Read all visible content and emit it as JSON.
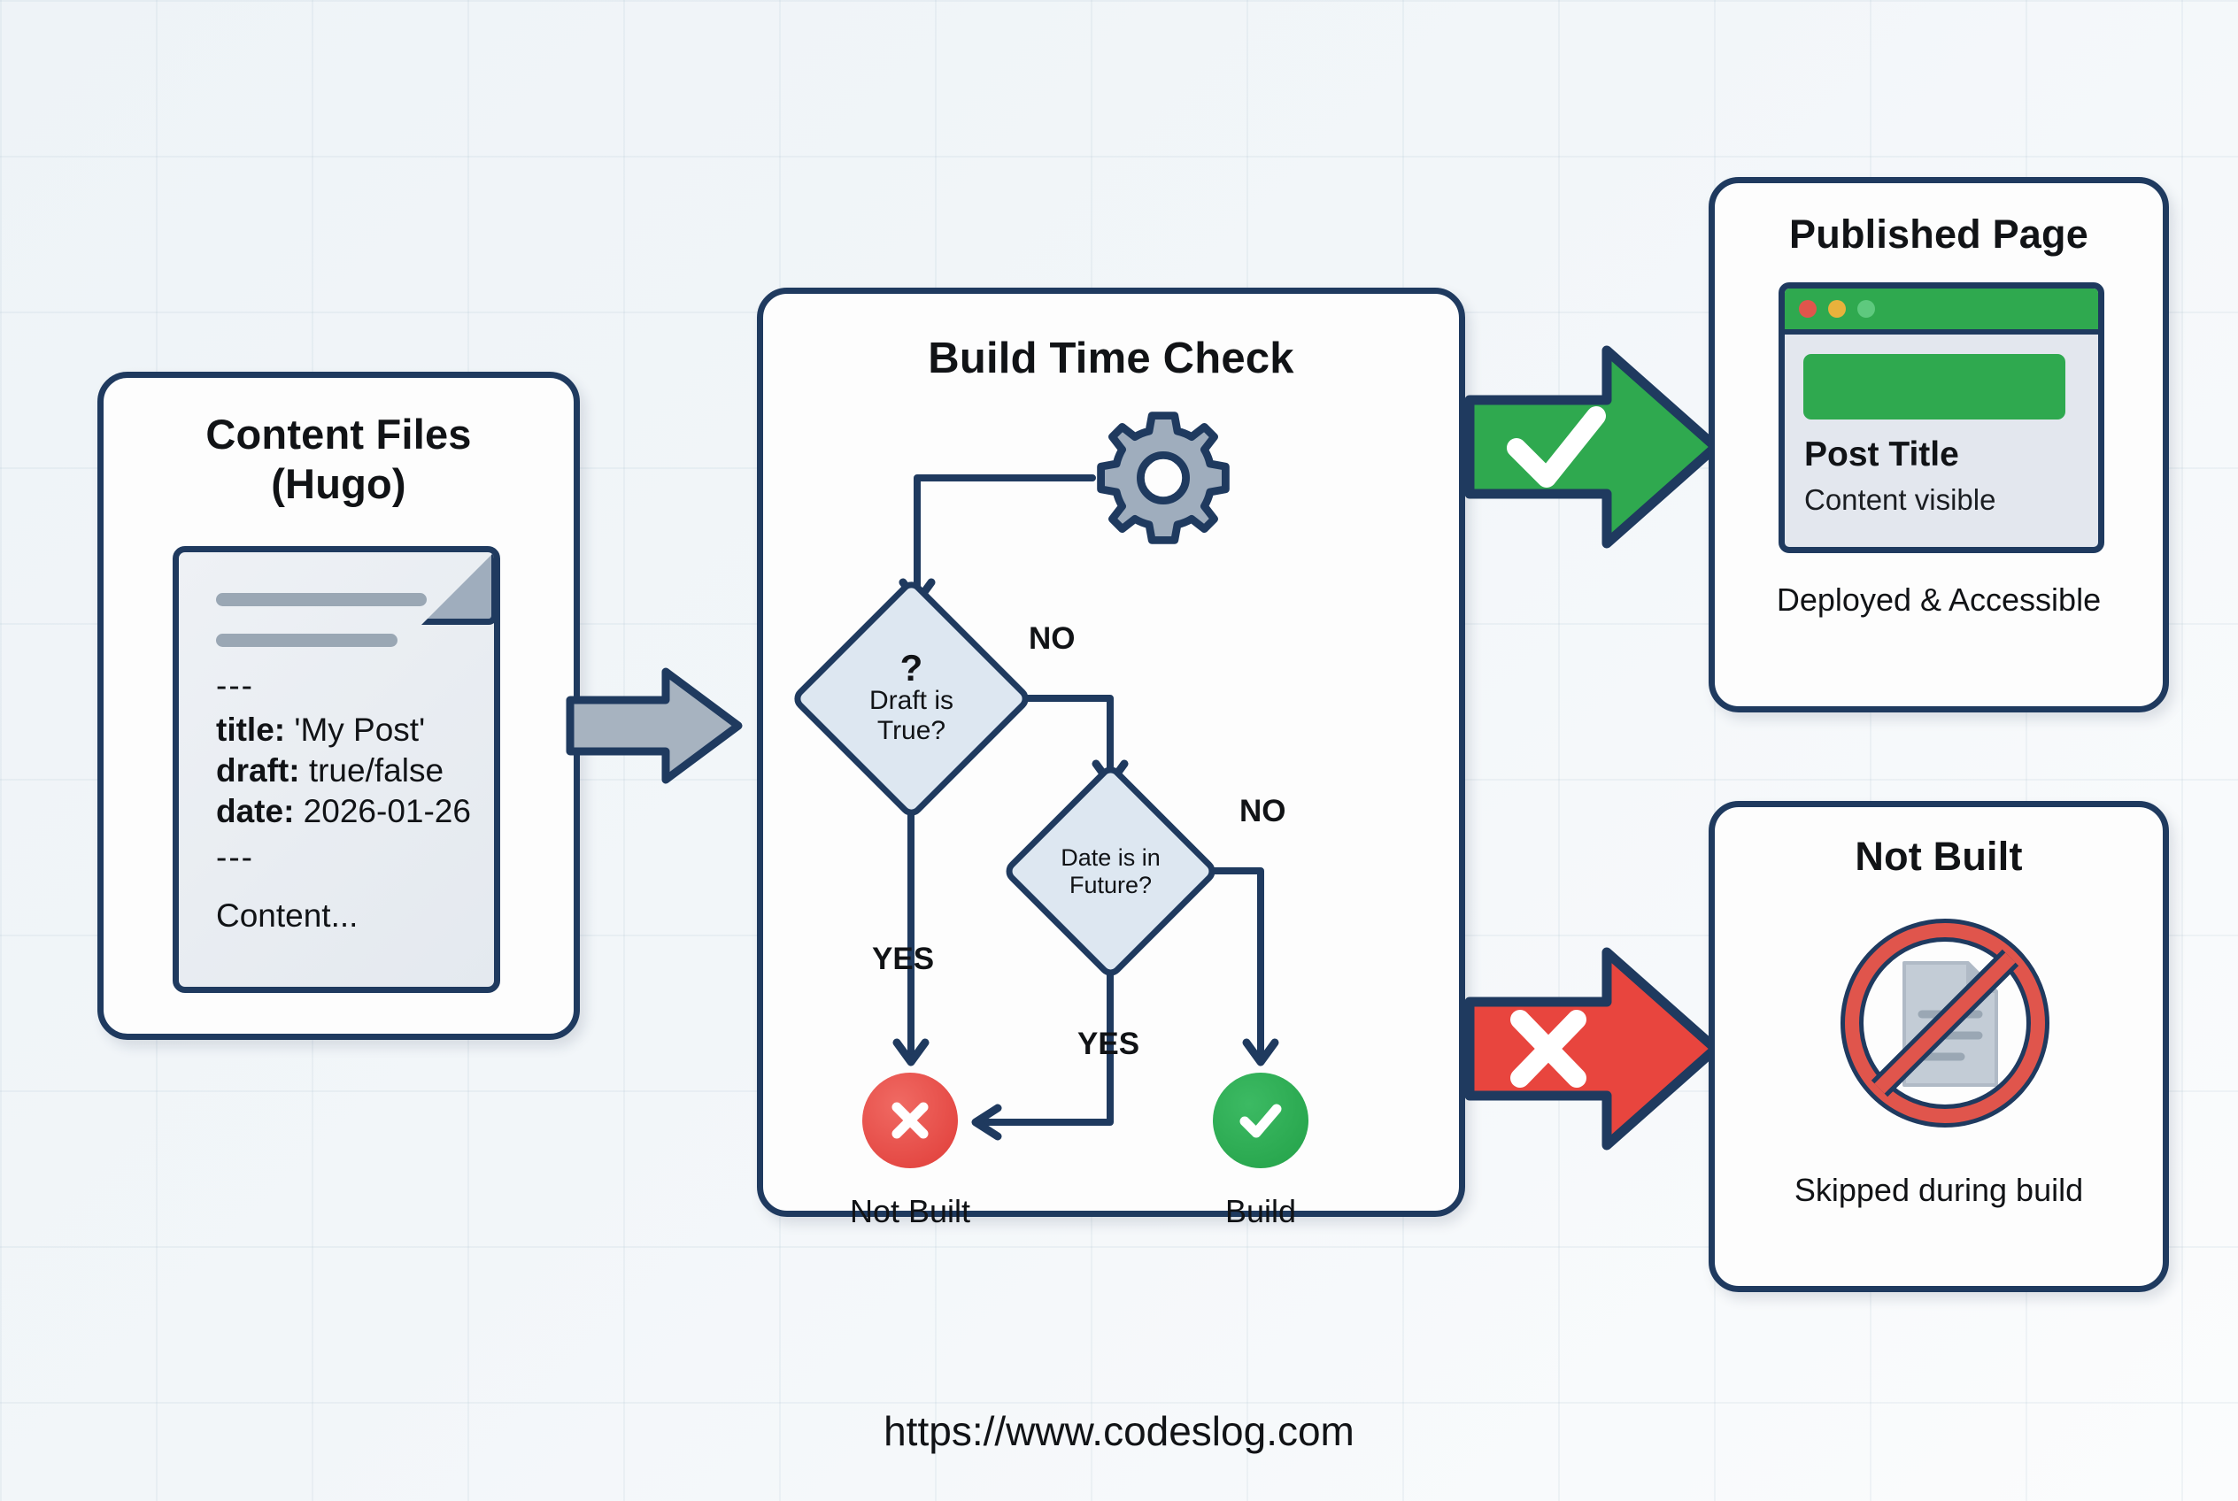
{
  "background": {
    "accent_navy": "#1f3a5f",
    "green": "#2fa94f",
    "red": "#e03c38",
    "gray": "#9fadbd"
  },
  "left_card": {
    "title_line1": "Content Files",
    "title_line2": "(Hugo)",
    "document": {
      "dash_top": "---",
      "title_key": "title:",
      "title_value": " 'My Post'",
      "draft_key": "draft:",
      "draft_value": " true/false",
      "date_key": "date:",
      "date_value": " 2026-01-26",
      "dash_bottom": "---",
      "body": "Content..."
    }
  },
  "center_card": {
    "title": "Build Time Check",
    "decision_1": {
      "marker": "?",
      "line1": "Draft is",
      "line2": "True?"
    },
    "decision_2": {
      "line1": "Date is in",
      "line2": "Future?"
    },
    "edges": {
      "no_1": "NO",
      "no_2": "NO",
      "yes_1": "YES",
      "yes_2": "YES"
    },
    "outcomes": {
      "not_built": "Not Built",
      "build": "Build"
    },
    "icons": {
      "gear": "gear-icon",
      "fail": "x-circle-icon",
      "pass": "check-circle-icon"
    }
  },
  "arrows": {
    "gray": {
      "name": "gray-block-arrow",
      "glyph": ""
    },
    "green": {
      "name": "green-block-arrow",
      "glyph": "✔"
    },
    "red": {
      "name": "red-block-arrow",
      "glyph": "✕"
    }
  },
  "published_card": {
    "title": "Published Page",
    "browser": {
      "dots": [
        "red",
        "yellow",
        "green"
      ],
      "post_title": "Post Title",
      "post_subtitle": "Content visible"
    },
    "caption": "Deployed & Accessible"
  },
  "notbuilt_card": {
    "title": "Not Built",
    "icon": "no-entry-document-icon",
    "caption": "Skipped during build"
  },
  "footer": {
    "url": "https://www.codeslog.com"
  }
}
